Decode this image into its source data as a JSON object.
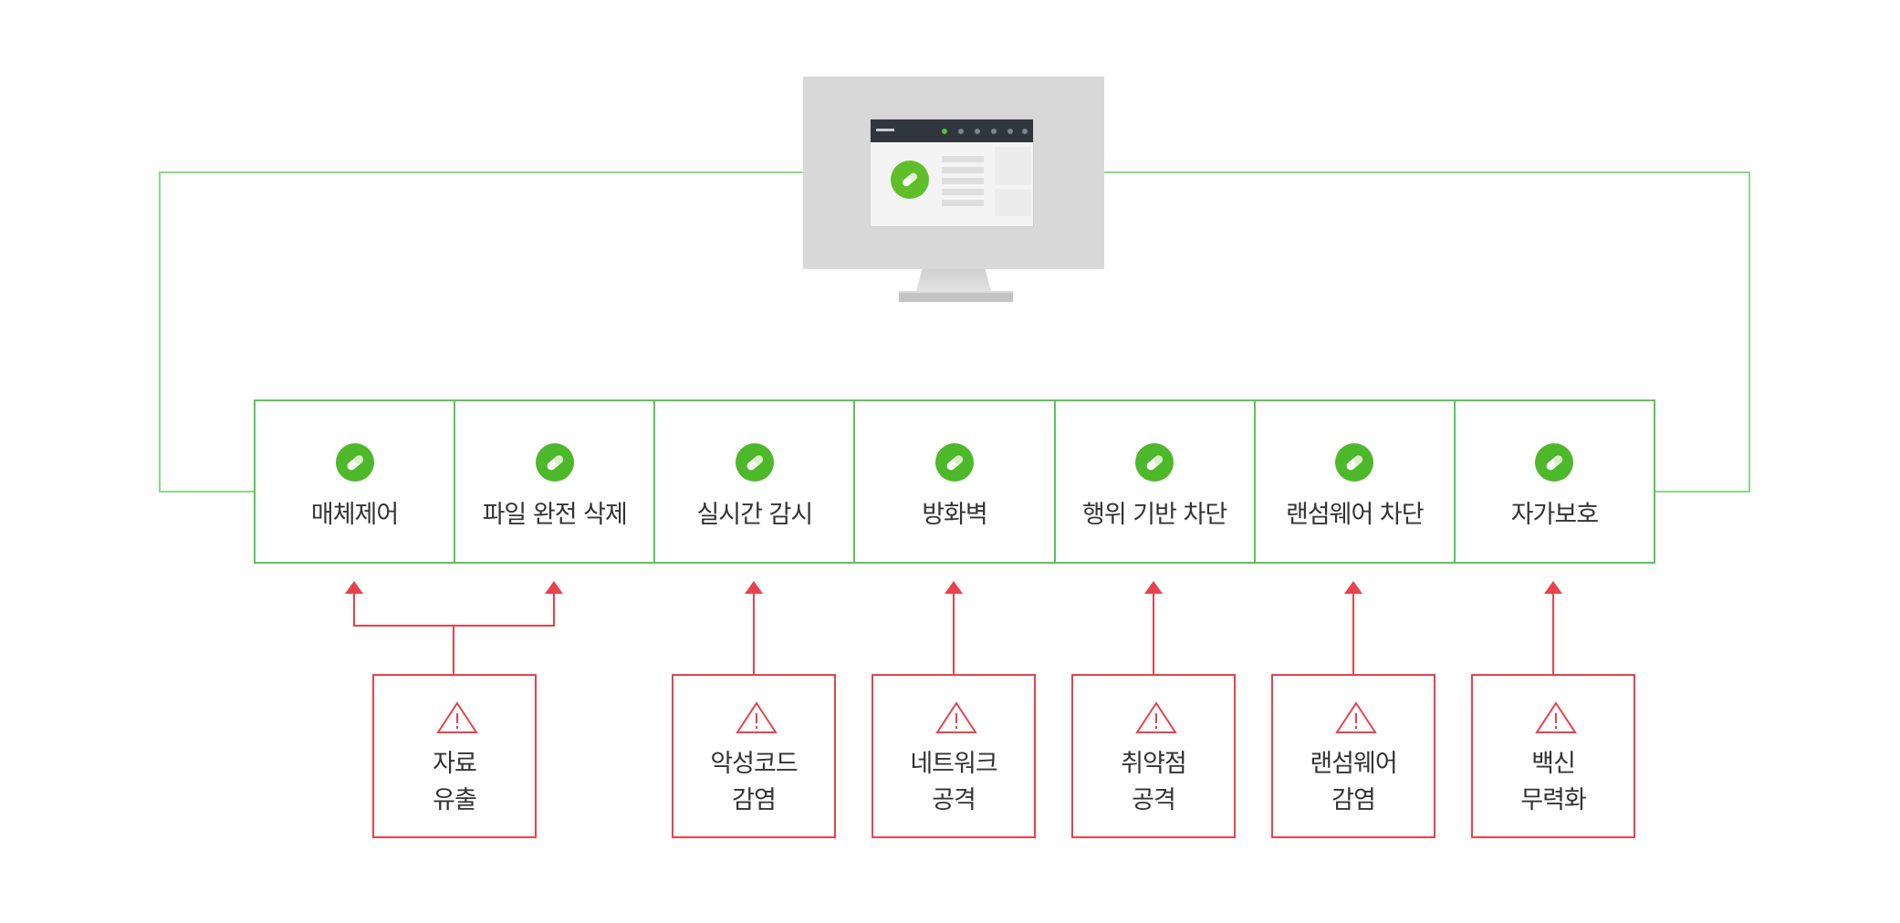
{
  "features": [
    {
      "label": "매체제어"
    },
    {
      "label": "파일 완전 삭제"
    },
    {
      "label": "실시간 감시"
    },
    {
      "label": "방화벽"
    },
    {
      "label": "행위 기반 차단"
    },
    {
      "label": "랜섬웨어 차단"
    },
    {
      "label": "자가보호"
    }
  ],
  "threats": [
    {
      "line1": "자료",
      "line2": "유출"
    },
    {
      "line1": "악성코드",
      "line2": "감염"
    },
    {
      "line1": "네트워크",
      "line2": "공격"
    },
    {
      "line1": "취약점",
      "line2": "공격"
    },
    {
      "line1": "랜섬웨어",
      "line2": "감염"
    },
    {
      "line1": "백신",
      "line2": "무력화"
    }
  ],
  "colors": {
    "feature_border": "#5cc45a",
    "feature_icon": "#4db82a",
    "threat_border": "#e8424c",
    "connector_green": "#8ad88a",
    "monitor": "#d8d8d8"
  },
  "icons": {
    "feature": "pill-icon",
    "threat": "warning-triangle-icon",
    "device": "monitor-icon"
  }
}
